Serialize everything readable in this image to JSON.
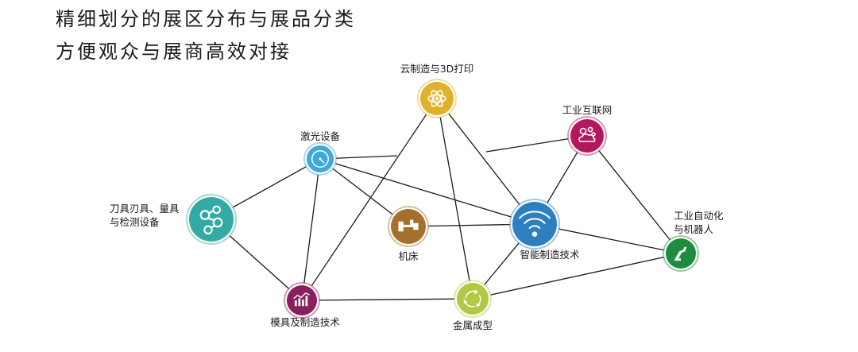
{
  "headline": {
    "line1": "精细划分的展区分布与展品分类",
    "line2": "方便观众与展商高效对接"
  },
  "nodes": [
    {
      "id": "cloud-3d",
      "label_lines": [
        "云制造与3D打印"
      ],
      "color": "#e0b22c",
      "icon": "atom-icon"
    },
    {
      "id": "iiot",
      "label_lines": [
        "工业互联网"
      ],
      "color": "#b5175e",
      "icon": "gears-cloud-icon"
    },
    {
      "id": "laser",
      "label_lines": [
        "激光设备"
      ],
      "color": "#3fa9d8",
      "icon": "gauge-icon"
    },
    {
      "id": "tools",
      "label_lines": [
        "刀具刃具、量具",
        "与检测设备"
      ],
      "color": "#35aaa5",
      "icon": "molecule-icon"
    },
    {
      "id": "machine-tool",
      "label_lines": [
        "机床"
      ],
      "color": "#a5702c",
      "icon": "machine-tool-icon"
    },
    {
      "id": "smart-mfg",
      "label_lines": [
        "智能制造技术"
      ],
      "color": "#2e7fc0",
      "icon": "wifi-icon"
    },
    {
      "id": "automation",
      "label_lines": [
        "工业自动化",
        "与机器人"
      ],
      "color": "#1e8b3f",
      "icon": "robot-arm-icon"
    },
    {
      "id": "mold",
      "label_lines": [
        "模具及制造技术"
      ],
      "color": "#8a1f5e",
      "icon": "bar-chart-icon"
    },
    {
      "id": "metal-forming",
      "label_lines": [
        "金属成型"
      ],
      "color": "#b5c843",
      "icon": "recycle-icon"
    }
  ],
  "edges": [
    [
      "cloud-3d",
      "smart-mfg"
    ],
    [
      "cloud-3d",
      "metal-forming"
    ],
    [
      "cloud-3d",
      "mold"
    ],
    [
      "laser",
      "mold"
    ],
    [
      "laser",
      "machine-tool"
    ],
    [
      "laser",
      "smart-mfg"
    ],
    [
      "laser",
      "tools"
    ],
    [
      "tools",
      "mold"
    ],
    [
      "iiot",
      "smart-mfg"
    ],
    [
      "iiot",
      "automation"
    ],
    [
      "machine-tool",
      "smart-mfg"
    ],
    [
      "smart-mfg",
      "automation"
    ],
    [
      "smart-mfg",
      "metal-forming"
    ],
    [
      "mold",
      "metal-forming"
    ],
    [
      "metal-forming",
      "automation"
    ]
  ],
  "extra_lines": [
    [
      "laser",
      "cloud-3d-mid"
    ],
    [
      "iiot",
      "cloud-3d-mid2"
    ]
  ]
}
